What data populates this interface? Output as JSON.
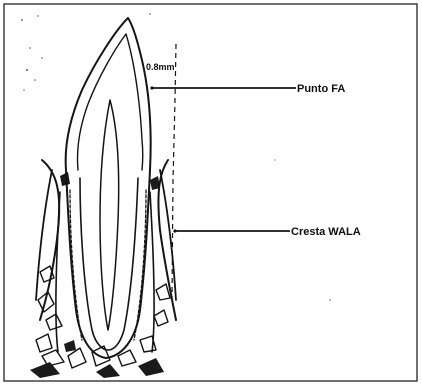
{
  "diagram": {
    "labels": {
      "measurement": "0.8mm",
      "fa_point": "Punto FA",
      "wala_ridge": "Cresta WALA"
    },
    "colors": {
      "ink": "#141414",
      "paper": "#ffffff",
      "frame": "#333333"
    }
  }
}
